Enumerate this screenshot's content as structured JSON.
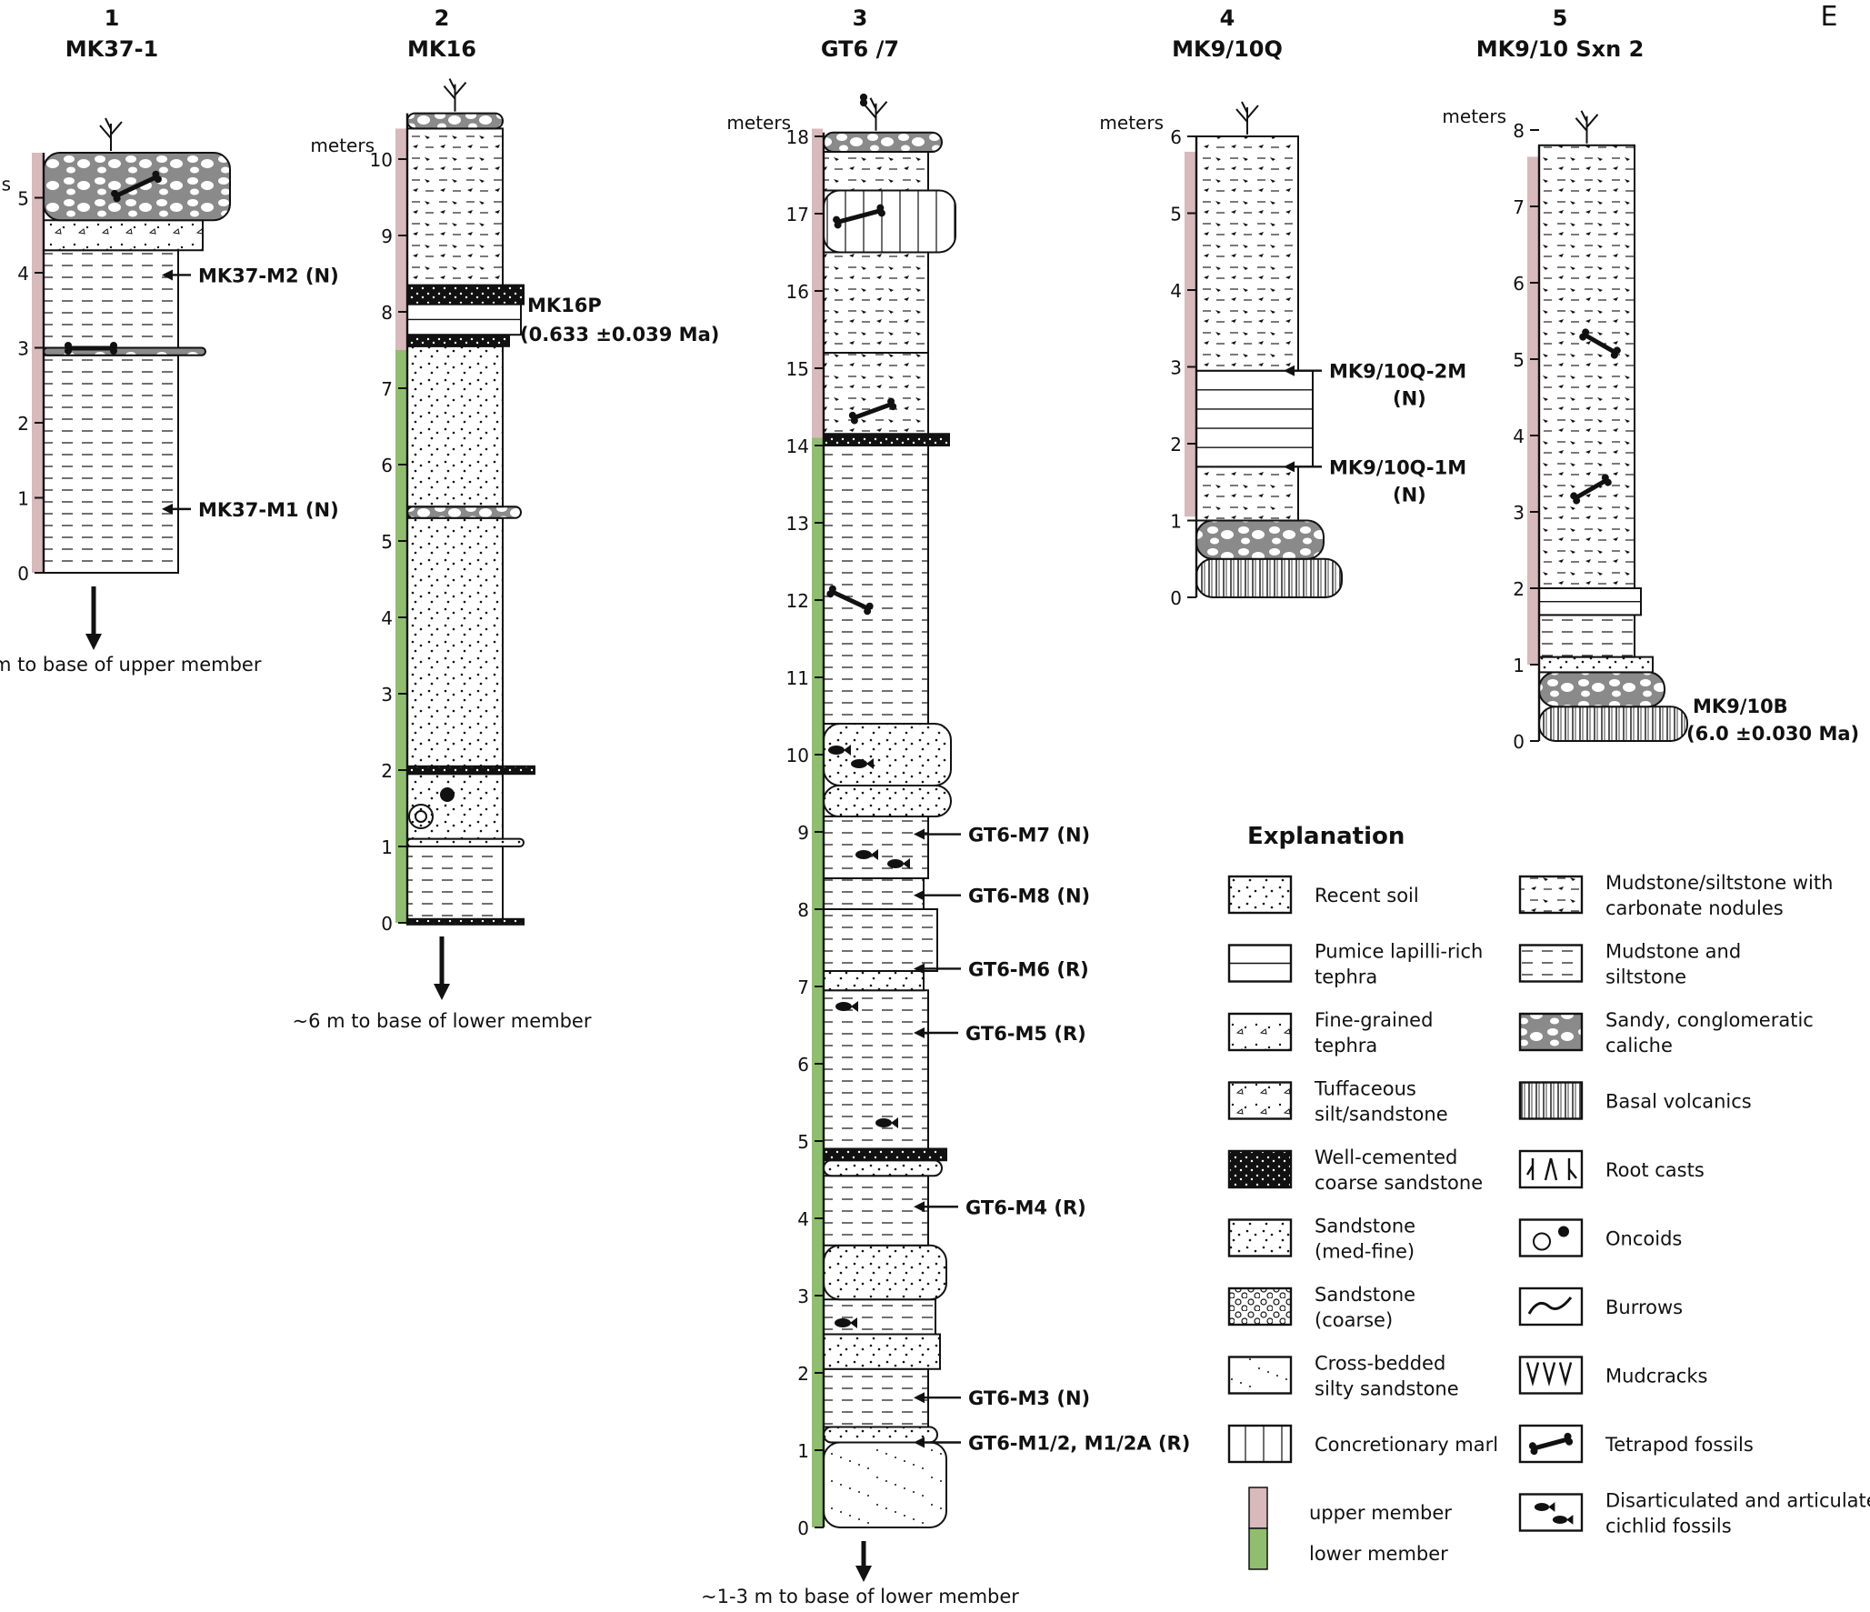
{
  "panel_letter": "E",
  "columns": [
    {
      "number": "1",
      "name": "MK37-1",
      "unit": "s",
      "ticks": [
        "0",
        "1",
        "2",
        "3",
        "4",
        "5"
      ],
      "samples": [
        {
          "label": "MK37-M2 (N)"
        },
        {
          "label": "MK37-M1 (N)"
        }
      ],
      "footer": "m to base of upper member"
    },
    {
      "number": "2",
      "name": "MK16",
      "unit": "meters",
      "ticks": [
        "0",
        "1",
        "2",
        "3",
        "4",
        "5",
        "6",
        "7",
        "8",
        "9",
        "10"
      ],
      "samples": [
        {
          "label": "MK16P",
          "sublabel": "(0.633 ±0.039 Ma)"
        }
      ],
      "footer": "~6 m to base of lower member"
    },
    {
      "number": "3",
      "name": "GT6 /7",
      "unit": "meters",
      "ticks": [
        "0",
        "1",
        "2",
        "3",
        "4",
        "5",
        "6",
        "7",
        "8",
        "9",
        "10",
        "11",
        "12",
        "13",
        "14",
        "15",
        "16",
        "17",
        "18"
      ],
      "samples": [
        {
          "label": "GT6-M7 (N)"
        },
        {
          "label": "GT6-M8 (N)"
        },
        {
          "label": "GT6-M6 (R)"
        },
        {
          "label": "GT6-M5 (R)"
        },
        {
          "label": "GT6-M4 (R)"
        },
        {
          "label": "GT6-M3 (N)"
        },
        {
          "label": "GT6-M1/2, M1/2A (R)"
        }
      ],
      "footer": "~1-3 m to base of lower member"
    },
    {
      "number": "4",
      "name": "MK9/10Q",
      "unit": "meters",
      "ticks": [
        "0",
        "1",
        "2",
        "3",
        "4",
        "5",
        "6"
      ],
      "samples": [
        {
          "label": "MK9/10Q-2M",
          "sublabel": "(N)"
        },
        {
          "label": "MK9/10Q-1M",
          "sublabel": "(N)"
        }
      ]
    },
    {
      "number": "5",
      "name": "MK9/10 Sxn 2",
      "unit": "meters",
      "ticks": [
        "0",
        "1",
        "2",
        "3",
        "4",
        "5",
        "6",
        "7",
        "8"
      ],
      "samples": [
        {
          "label": "MK9/10B",
          "sublabel": "(6.0 ±0.030 Ma)"
        }
      ]
    }
  ],
  "explanation": {
    "title": "Explanation",
    "left": [
      {
        "icon": "recent-soil",
        "lines": [
          "Recent soil"
        ]
      },
      {
        "icon": "pumice-tephra",
        "lines": [
          "Pumice lapilli-rich",
          "tephra"
        ]
      },
      {
        "icon": "fine-tephra",
        "lines": [
          "Fine-grained",
          "tephra"
        ]
      },
      {
        "icon": "tuffaceous",
        "lines": [
          "Tuffaceous",
          "silt/sandstone"
        ]
      },
      {
        "icon": "well-cemented",
        "lines": [
          "Well-cemented",
          "coarse sandstone"
        ]
      },
      {
        "icon": "sandstone-med",
        "lines": [
          "Sandstone",
          "(med-fine)"
        ]
      },
      {
        "icon": "sandstone-coarse",
        "lines": [
          "Sandstone",
          "(coarse)"
        ]
      },
      {
        "icon": "cross-bedded",
        "lines": [
          "Cross-bedded",
          "silty sandstone"
        ]
      },
      {
        "icon": "marl",
        "lines": [
          "Concretionary marl"
        ]
      }
    ],
    "right": [
      {
        "icon": "mudstone-nodules",
        "lines": [
          "Mudstone/siltstone with",
          "carbonate nodules"
        ]
      },
      {
        "icon": "mudstone",
        "lines": [
          "Mudstone and",
          "siltstone"
        ]
      },
      {
        "icon": "caliche",
        "lines": [
          "Sandy, conglomeratic",
          "caliche"
        ]
      },
      {
        "icon": "basal-volcanics",
        "lines": [
          "Basal volcanics"
        ]
      },
      {
        "icon": "root-casts",
        "lines": [
          "Root casts"
        ]
      },
      {
        "icon": "oncoids",
        "lines": [
          "Oncoids"
        ]
      },
      {
        "icon": "burrows",
        "lines": [
          "Burrows"
        ]
      },
      {
        "icon": "mudcracks",
        "lines": [
          "Mudcracks"
        ]
      },
      {
        "icon": "tetrapod",
        "lines": [
          "Tetrapod fossils"
        ]
      },
      {
        "icon": "cichlid",
        "lines": [
          "Disarticulated and articulated",
          "cichlid fossils"
        ]
      }
    ],
    "members": [
      {
        "label": "upper member",
        "color": "#d8b9bc"
      },
      {
        "label": "lower member",
        "color": "#8fbe6f"
      }
    ]
  },
  "colors": {
    "upper": "#d8b9bc",
    "lower": "#8fbe6f",
    "ink": "#111111",
    "caliche": "#8a8a8a"
  }
}
